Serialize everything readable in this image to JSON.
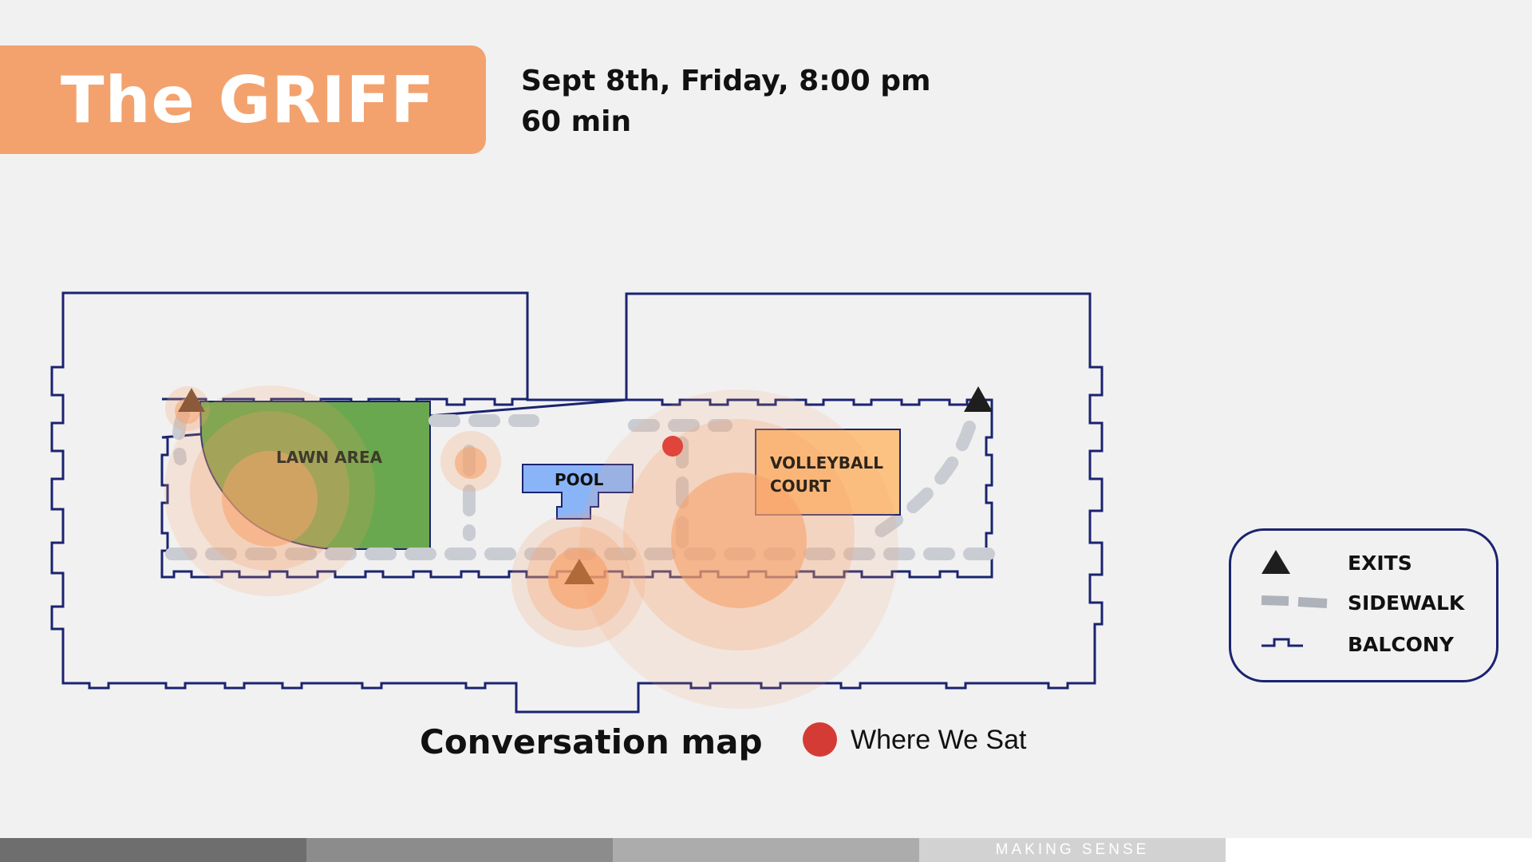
{
  "header": {
    "title": "The GRIFF",
    "date_line": "Sept 8th, Friday, 8:00 pm",
    "duration_line": "60 min"
  },
  "map": {
    "zones": {
      "lawn": "LAWN AREA",
      "pool": "POOL",
      "volleyball_line1": "VOLLEYBALL",
      "volleyball_line2": "COURT"
    },
    "caption": "Conversation map",
    "where_we_sat": "Where We Sat"
  },
  "legend": {
    "exits": "EXITS",
    "sidewalk": "SIDEWALK",
    "balcony": "BALCONY"
  },
  "footer": {
    "brand": "MAKING SENSE"
  },
  "colors": {
    "title_bg": "#f3a26e",
    "outline": "#1b2370",
    "lawn": "#6aa84f",
    "pool": "#8ab4f8",
    "volleyball": "#fbc281",
    "heat": "#f7a26c",
    "seat_dot": "#d53b35",
    "sidewalk": "#c9ccd3"
  }
}
